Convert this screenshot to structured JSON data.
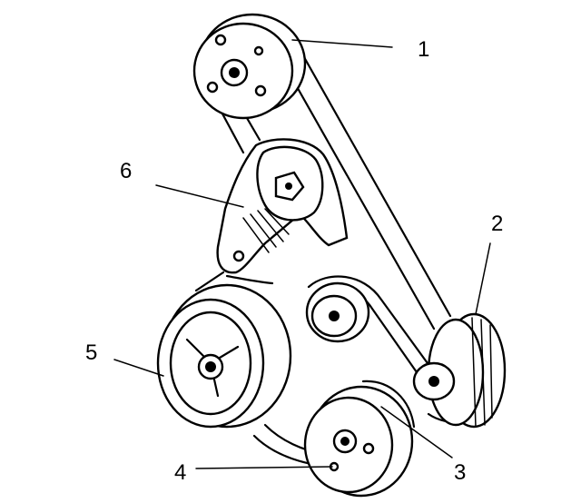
{
  "callouts": [
    {
      "id": "1",
      "text": "1"
    },
    {
      "id": "2",
      "text": "2"
    },
    {
      "id": "3",
      "text": "3"
    },
    {
      "id": "4",
      "text": "4"
    },
    {
      "id": "5",
      "text": "5"
    },
    {
      "id": "6",
      "text": "6"
    }
  ],
  "colors": {
    "ink": "#000000",
    "paper": "#ffffff"
  }
}
